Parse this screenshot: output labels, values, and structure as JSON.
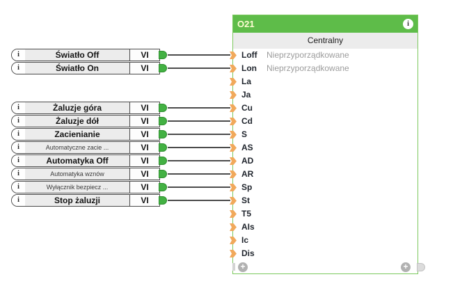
{
  "diagram": {
    "type_label": "VI",
    "info_icon": "i",
    "vi_blocks": [
      {
        "label": "Światło Off",
        "emphasis": "big",
        "target_pin": "Loff"
      },
      {
        "label": "Światło On",
        "emphasis": "big",
        "target_pin": "Lon"
      },
      {
        "label": "Żaluzje góra",
        "emphasis": "big",
        "target_pin": "Cu"
      },
      {
        "label": "Żaluzje dół",
        "emphasis": "big",
        "target_pin": "Cd"
      },
      {
        "label": "Zacienianie",
        "emphasis": "big",
        "target_pin": "S"
      },
      {
        "label": "Automatyczne zacie ...",
        "emphasis": "small",
        "target_pin": "AS"
      },
      {
        "label": "Automatyka Off",
        "emphasis": "big",
        "target_pin": "AD"
      },
      {
        "label": "Automatyka wznów",
        "emphasis": "small",
        "target_pin": "AR"
      },
      {
        "label": "Wyłącznik bezpiecz ...",
        "emphasis": "small",
        "target_pin": "Sp"
      },
      {
        "label": "Stop żaluzji",
        "emphasis": "big",
        "target_pin": "St"
      }
    ],
    "function_block": {
      "title": "O21",
      "subtitle": "Centralny",
      "add_button": "+",
      "pins": [
        {
          "label": "Loff",
          "connected": true,
          "assignment": "Nieprzyporządkowane"
        },
        {
          "label": "Lon",
          "connected": true,
          "assignment": "Nieprzyporządkowane"
        },
        {
          "label": "La",
          "connected": false,
          "assignment": ""
        },
        {
          "label": "Ja",
          "connected": false,
          "assignment": ""
        },
        {
          "label": "Cu",
          "connected": true,
          "assignment": ""
        },
        {
          "label": "Cd",
          "connected": true,
          "assignment": ""
        },
        {
          "label": "S",
          "connected": true,
          "assignment": ""
        },
        {
          "label": "AS",
          "connected": true,
          "assignment": ""
        },
        {
          "label": "AD",
          "connected": true,
          "assignment": ""
        },
        {
          "label": "AR",
          "connected": true,
          "assignment": ""
        },
        {
          "label": "Sp",
          "connected": true,
          "assignment": ""
        },
        {
          "label": "St",
          "connected": true,
          "assignment": ""
        },
        {
          "label": "T5",
          "connected": false,
          "assignment": ""
        },
        {
          "label": "AIs",
          "connected": false,
          "assignment": ""
        },
        {
          "label": "Ic",
          "connected": false,
          "assignment": ""
        },
        {
          "label": "Dis",
          "connected": false,
          "assignment": ""
        }
      ]
    },
    "colors": {
      "header_green": "#5ebc49",
      "border_green": "#7cc95e",
      "connector_orange": "#f1a95b",
      "nub_green": "#43b143",
      "wire_gray": "#4b4b4b",
      "label_bg": "#ececec",
      "unassigned_gray": "#9c9c9c"
    }
  }
}
